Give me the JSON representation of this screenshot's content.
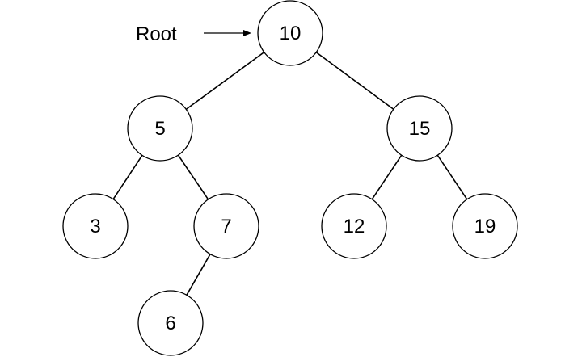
{
  "diagram": {
    "root_annotation": "Root",
    "nodes": [
      {
        "id": "n10",
        "label": "10"
      },
      {
        "id": "n5",
        "label": "5"
      },
      {
        "id": "n15",
        "label": "15"
      },
      {
        "id": "n3",
        "label": "3"
      },
      {
        "id": "n7",
        "label": "7"
      },
      {
        "id": "n12",
        "label": "12"
      },
      {
        "id": "n19",
        "label": "19"
      },
      {
        "id": "n6",
        "label": "6"
      }
    ],
    "edges": [
      {
        "from": "n10",
        "to": "n5"
      },
      {
        "from": "n10",
        "to": "n15"
      },
      {
        "from": "n5",
        "to": "n3"
      },
      {
        "from": "n5",
        "to": "n7"
      },
      {
        "from": "n15",
        "to": "n12"
      },
      {
        "from": "n15",
        "to": "n19"
      },
      {
        "from": "n7",
        "to": "n6"
      }
    ],
    "colors": {
      "stroke": "#000000",
      "fill": "#ffffff",
      "text": "#000000"
    }
  }
}
